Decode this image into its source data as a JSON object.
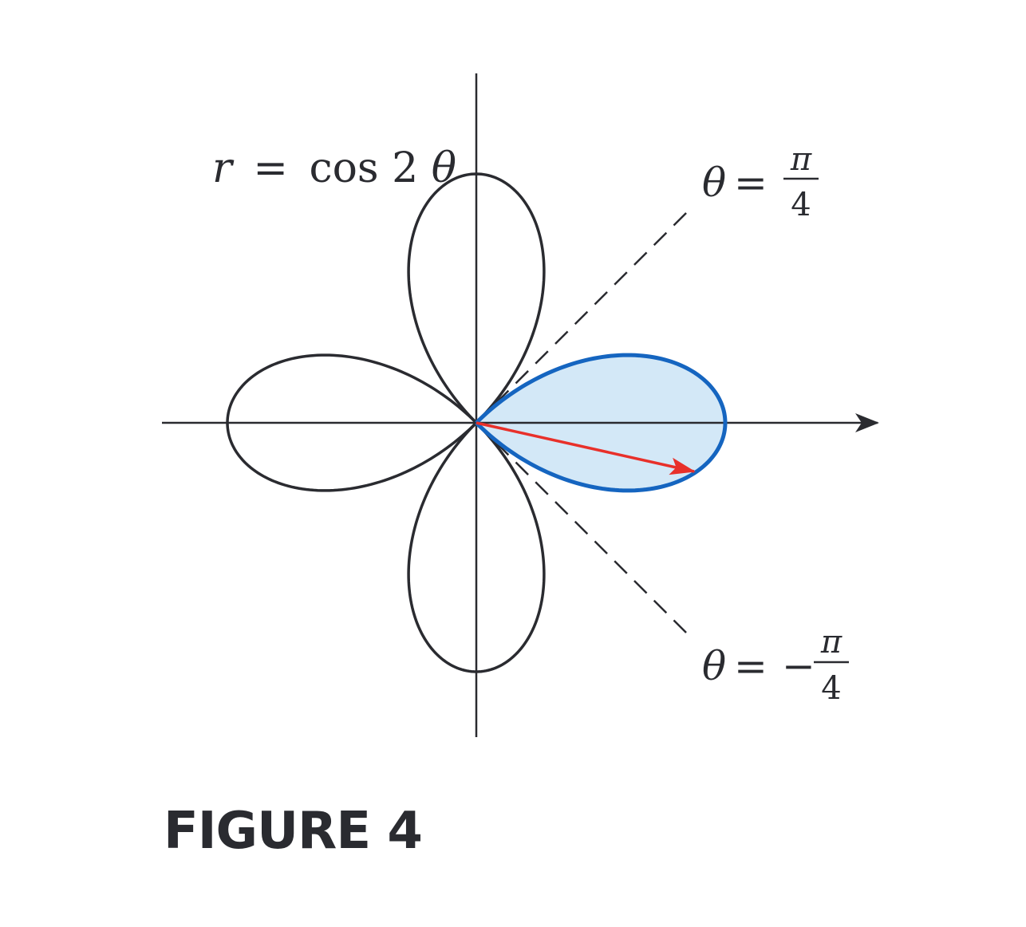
{
  "diagram": {
    "curve_equation": {
      "r": "r",
      "equals": "=",
      "rhs": "cos 2",
      "theta": "θ"
    },
    "ray_upper": {
      "theta": "θ",
      "equals": "=",
      "numerator": "π",
      "denominator": "4"
    },
    "ray_lower": {
      "theta": "θ",
      "equals": "=",
      "minus": "−",
      "numerator": "π",
      "denominator": "4"
    },
    "colors": {
      "curve": "#2a2b30",
      "highlight_stroke": "#1565c0",
      "highlight_fill": "#d3e8f7",
      "radius_arrow": "#e8302a",
      "axes": "#2a2b30"
    }
  },
  "caption": {
    "label": "FIGURE 4"
  }
}
